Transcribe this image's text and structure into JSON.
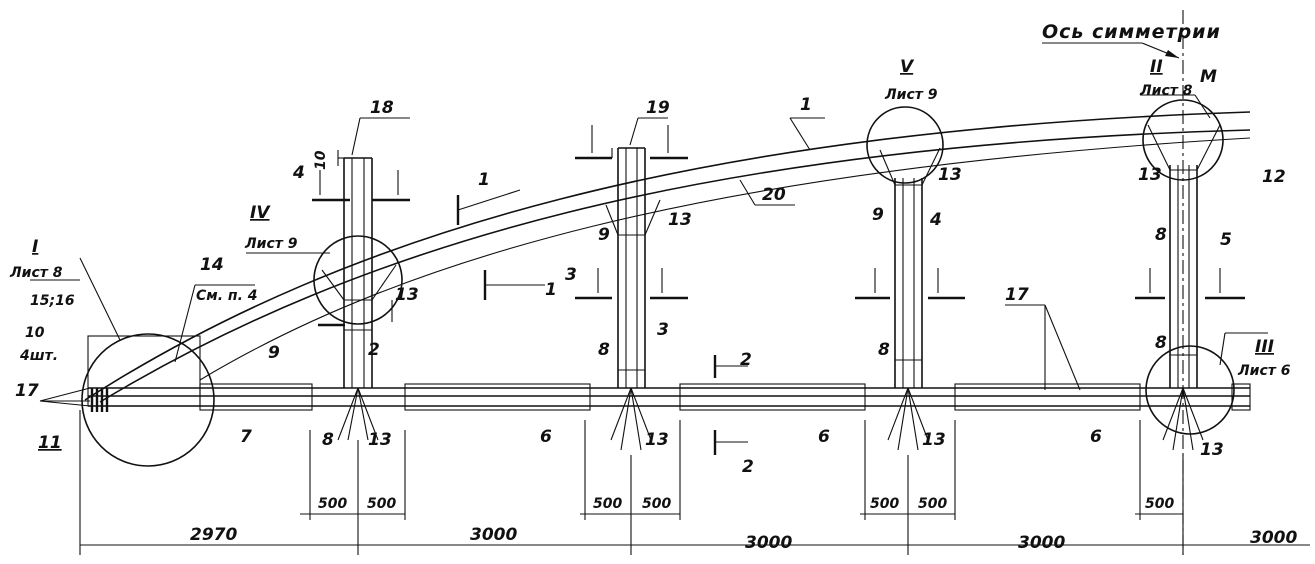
{
  "axis_label": "Ось симметрии",
  "callouts": {
    "I": {
      "num": "I",
      "sheet": "Лист 8"
    },
    "II": {
      "num": "II",
      "sheet": "Лист 8"
    },
    "III": {
      "num": "III",
      "sheet": "Лист 6"
    },
    "IV": {
      "num": "IV",
      "sheet": "Лист 9"
    },
    "V": {
      "num": "V",
      "sheet": "Лист 9"
    }
  },
  "note14": {
    "num": "14",
    "text": "См. п. 4"
  },
  "part_15_16": "15;16",
  "part_10": "10",
  "count_10": "4шт.",
  "part_17_left": "17",
  "part_11": "11",
  "parts": {
    "p1": "1",
    "p2": "2",
    "p3": "3",
    "p4": "4",
    "p5": "5",
    "p6a": "6",
    "p6b": "6",
    "p6c": "6",
    "p7": "7",
    "p8a": "8",
    "p8b": "8",
    "p8c": "8",
    "p8d": "8",
    "p8e": "8",
    "p9a": "9",
    "p9b": "9",
    "p9c": "9",
    "p12": "12",
    "p13a": "13",
    "p13b": "13",
    "p13c": "13",
    "p13d": "13",
    "p13e": "13",
    "p13f": "13",
    "p13g": "13",
    "p13h": "13",
    "p17": "17",
    "p18": "18",
    "p19": "19",
    "p20": "20",
    "m": "M"
  },
  "sections": {
    "s1a": "1",
    "s1b": "1",
    "s2a": "2",
    "s2b": "2",
    "s3": "3",
    "s4": "4",
    "s10": "10"
  },
  "dimensions": {
    "d500": "500",
    "spans": [
      "2970",
      "3000",
      "3000",
      "3000",
      "3000"
    ]
  }
}
